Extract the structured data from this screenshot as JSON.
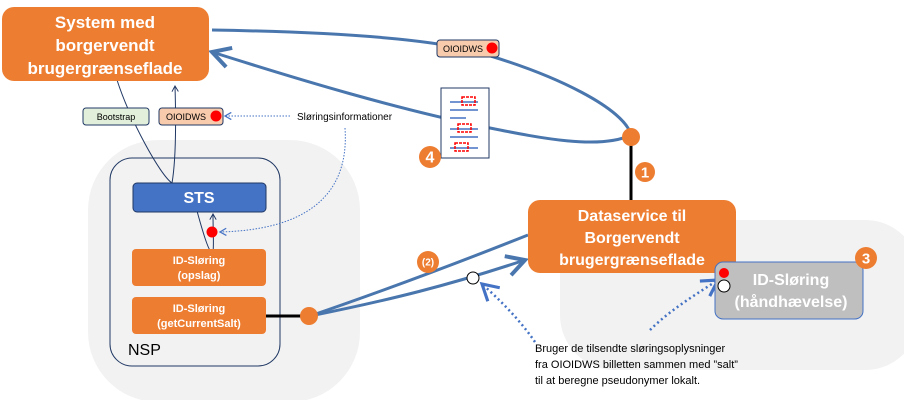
{
  "colors": {
    "orange": "#ED7D31",
    "blue_box": "#4472C4",
    "flow_line": "#4A76AE",
    "red_dot": "#FF0000",
    "dark_outline": "#203864",
    "zone_gray": "#F2F2F2",
    "enforce_gray": "#BFBFBF",
    "tag_green": "#E2EFDA",
    "tag_peach": "#F8CBAD"
  },
  "nodes": {
    "system": {
      "lines": [
        "System med",
        "borgervendt",
        "brugergrænseflade"
      ]
    },
    "dataservice": {
      "lines": [
        "Dataservice til",
        "Borgervendt",
        "brugergrænseflade"
      ]
    },
    "sts": {
      "label": "STS"
    },
    "idsl_opslag": {
      "lines": [
        "ID-Sløring",
        "(opslag)"
      ]
    },
    "idsl_salt": {
      "lines": [
        "ID-Sløring",
        "(getCurrentSalt)"
      ]
    },
    "idsl_enforce": {
      "lines": [
        "ID-Sløring",
        "(håndhævelse)"
      ]
    },
    "nsp": {
      "label": "NSP"
    }
  },
  "tags": {
    "bootstrap": "Bootstrap",
    "oioidws_left": "OIOIDWS",
    "oioidws_top": "OIOIDWS"
  },
  "badges": {
    "one": "1",
    "two": "(2)",
    "three": "3",
    "four": "4"
  },
  "annotations": {
    "sloringsinfo": "Sløringsinformationer",
    "note_lines": [
      "Bruger de tilsendte sløringsoplysninger",
      "fra OIOIDWS billetten sammen med ”salt”",
      "til at beregne pseudonymer lokalt."
    ]
  }
}
